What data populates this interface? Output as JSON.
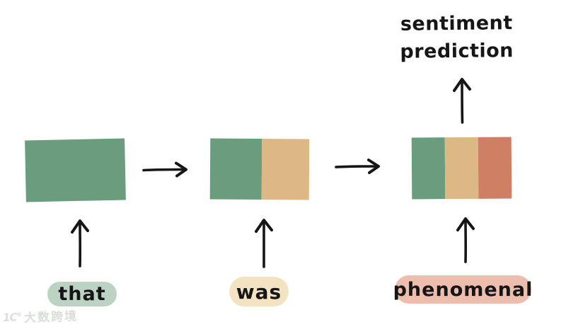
{
  "diagram": {
    "output_label": {
      "line1": "sentiment",
      "line2": "prediction"
    },
    "tokens": [
      {
        "label": "that"
      },
      {
        "label": "was"
      },
      {
        "label": "phenomenal"
      }
    ],
    "boxes": [
      {
        "segments": [
          "green"
        ]
      },
      {
        "segments": [
          "green",
          "tan"
        ]
      },
      {
        "segments": [
          "green",
          "tan",
          "salmon"
        ]
      }
    ]
  },
  "colors": {
    "green": "#6a9d7e",
    "tan": "#dcb884",
    "salmon": "#cf7f64",
    "pill_that": "#bcd2c3",
    "pill_was": "#f3e3c3",
    "pill_phenomenal": "#edbdad",
    "ink": "#161616",
    "watermark": "#d9ded9"
  },
  "watermark": {
    "logo": "1C°",
    "text": "大数跨境"
  }
}
